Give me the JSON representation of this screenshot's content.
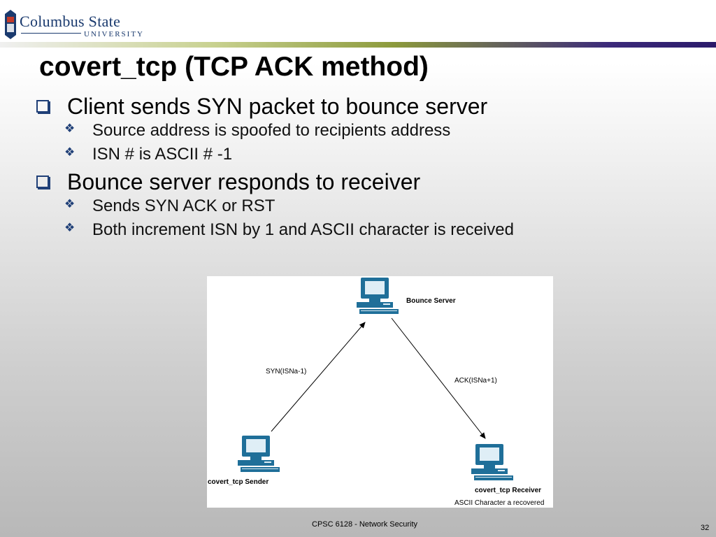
{
  "header": {
    "logo_name": "Columbus State",
    "logo_sub": "UNIVERSITY"
  },
  "slide": {
    "title": "covert_tcp (TCP ACK method)",
    "bullets": [
      {
        "text": "Client sends SYN packet to bounce server",
        "sub": [
          "Source address is spoofed to recipients address",
          "ISN # is ASCII # -1"
        ]
      },
      {
        "text": "Bounce server responds to receiver",
        "sub": [
          "Sends SYN ACK or RST",
          "Both increment ISN by 1 and ASCII character is received"
        ]
      }
    ]
  },
  "diagram": {
    "nodes": {
      "bounce_server": "Bounce Server",
      "sender": "covert_tcp Sender",
      "receiver": "covert_tcp Receiver",
      "receiver_note": "ASCII Character a recovered"
    },
    "edges": {
      "syn": "SYN(ISNa-1)",
      "ack": "ACK(ISNa+1)"
    },
    "icon": "computer-icon",
    "icon_color": "#1f6f99"
  },
  "footer": {
    "course": "CPSC 6128 - Network Security",
    "page": "32"
  }
}
